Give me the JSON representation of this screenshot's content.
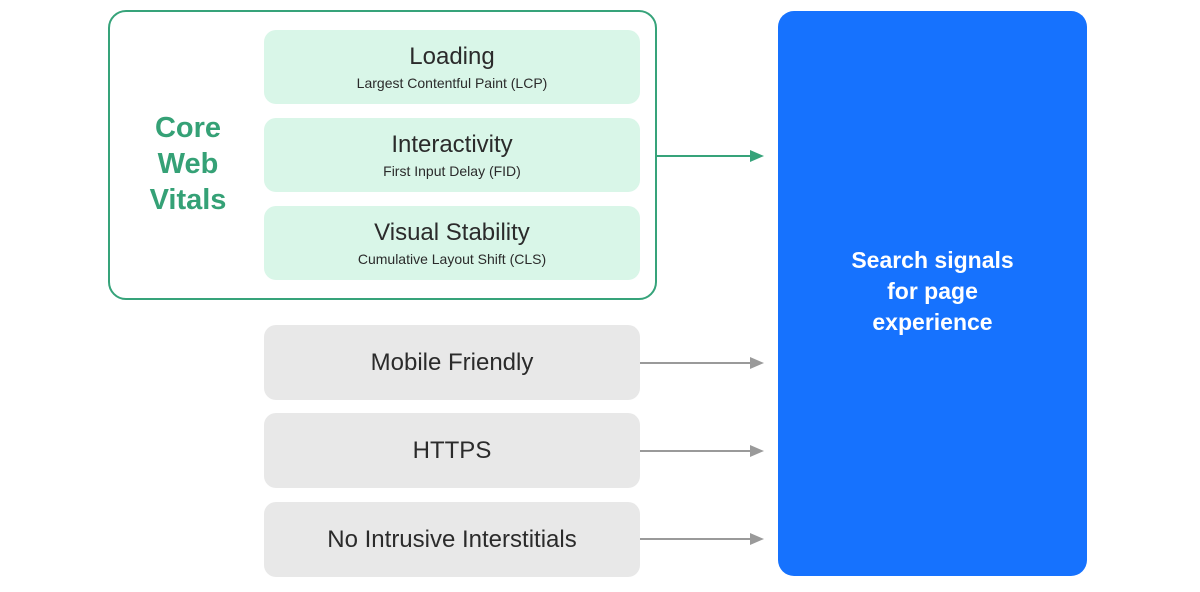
{
  "core_web_vitals": {
    "label_lines": [
      "Core",
      "Web",
      "Vitals"
    ],
    "metrics": [
      {
        "title": "Loading",
        "subtitle": "Largest Contentful Paint (LCP)"
      },
      {
        "title": "Interactivity",
        "subtitle": "First Input Delay (FID)"
      },
      {
        "title": "Visual Stability",
        "subtitle": "Cumulative Layout Shift (CLS)"
      }
    ]
  },
  "other_signals": [
    {
      "label": "Mobile Friendly"
    },
    {
      "label": "HTTPS"
    },
    {
      "label": "No Intrusive Interstitials"
    }
  ],
  "target": {
    "label_lines": [
      "Search signals",
      "for page",
      "experience"
    ]
  },
  "colors": {
    "green_accent": "#36a37a",
    "green_fill": "#d9f6e8",
    "gray_fill": "#e8e8e8",
    "gray_arrow": "#9a9a9a",
    "blue_target": "#1672fe"
  }
}
